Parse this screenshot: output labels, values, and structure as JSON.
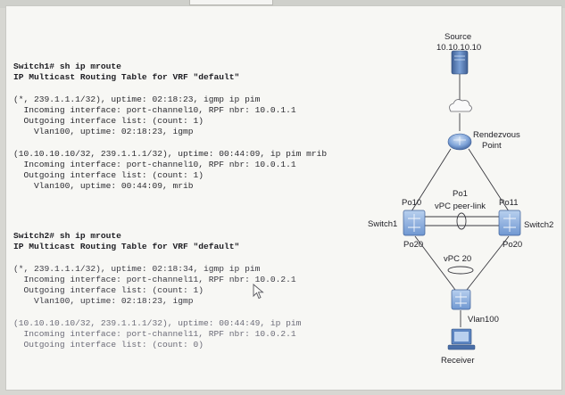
{
  "cli": {
    "switch1": [
      {
        "text": "Switch1# sh ip mroute",
        "cmd": true
      },
      {
        "text": "IP Multicast Routing Table for VRF \"default\"",
        "cmd": true
      },
      {
        "text": ""
      },
      {
        "text": "(*, 239.1.1.1/32), uptime: 02:18:23, igmp ip pim"
      },
      {
        "text": "  Incoming interface: port-channel10, RPF nbr: 10.0.1.1"
      },
      {
        "text": "  Outgoing interface list: (count: 1)"
      },
      {
        "text": "    Vlan100, uptime: 02:18:23, igmp"
      },
      {
        "text": ""
      },
      {
        "text": "(10.10.10.10/32, 239.1.1.1/32), uptime: 00:44:09, ip pim mrib"
      },
      {
        "text": "  Incoming interface: port-channel10, RPF nbr: 10.0.1.1"
      },
      {
        "text": "  Outgoing interface list: (count: 1)"
      },
      {
        "text": "    Vlan100, uptime: 00:44:09, mrib"
      }
    ],
    "switch2": [
      {
        "text": "Switch2# sh ip mroute",
        "cmd": true
      },
      {
        "text": "IP Multicast Routing Table for VRF \"default\"",
        "cmd": true
      },
      {
        "text": ""
      },
      {
        "text": "(*, 239.1.1.1/32), uptime: 02:18:34, igmp ip pim"
      },
      {
        "text": "  Incoming interface: port-channel11, RPF nbr: 10.0.2.1"
      },
      {
        "text": "  Outgoing interface list: (count: 1)"
      },
      {
        "text": "    Vlan100, uptime: 02:18:23, igmp"
      },
      {
        "text": ""
      },
      {
        "text": "(10.10.10.10/32, 239.1.1.1/32), uptime: 00:44:49, ip pim",
        "faded": true
      },
      {
        "text": "  Incoming interface: port-channel11, RPF nbr: 10.0.2.1",
        "faded": true
      },
      {
        "text": "  Outgoing interface list: (count: 0)",
        "faded": true
      }
    ]
  },
  "diagram": {
    "source_label": "Source",
    "source_ip": "10.10.10.10",
    "rp_line1": "Rendezvous",
    "rp_line2": "Point",
    "switch1_label": "Switch1",
    "switch2_label": "Switch2",
    "po10": "Po10",
    "po11": "Po11",
    "po1": "Po1",
    "peer_link": "vPC peer-link",
    "po20_left": "Po20",
    "po20_right": "Po20",
    "vpc20": "vPC 20",
    "vlan100": "Vlan100",
    "receiver": "Receiver"
  },
  "colors": {
    "device_blue": "#5b87c4",
    "device_light": "#a9c4e6",
    "link": "#3a3a40",
    "background": "#f7f7f4"
  }
}
